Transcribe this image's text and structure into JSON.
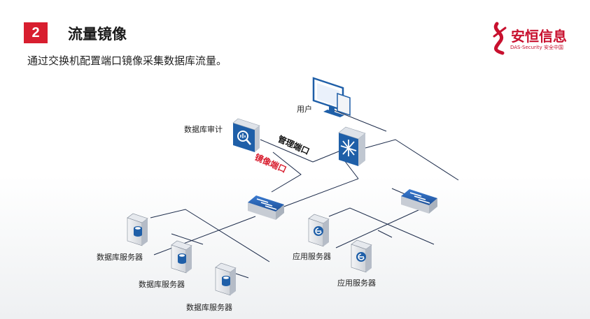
{
  "header": {
    "section_number": "2",
    "title": "流量镜像",
    "subtitle": "通过交换机配置端口镜像采集数据库流量。"
  },
  "logo": {
    "name": "安恒信息",
    "tagline": "DAS-Security 安全中国"
  },
  "diagram": {
    "user_label": "用户",
    "audit_label": "数据库审计",
    "mgmt_port_label": "管理端口",
    "mirror_port_label": "镜像端口",
    "db_server_labels": [
      "数据库服务器",
      "数据库服务器",
      "数据库服务器"
    ],
    "app_server_labels": [
      "应用服务器",
      "应用服务器"
    ]
  },
  "colors": {
    "accent_red": "#d81e2f",
    "device_blue": "#1f5fa8",
    "line": "#1c2b4a"
  }
}
